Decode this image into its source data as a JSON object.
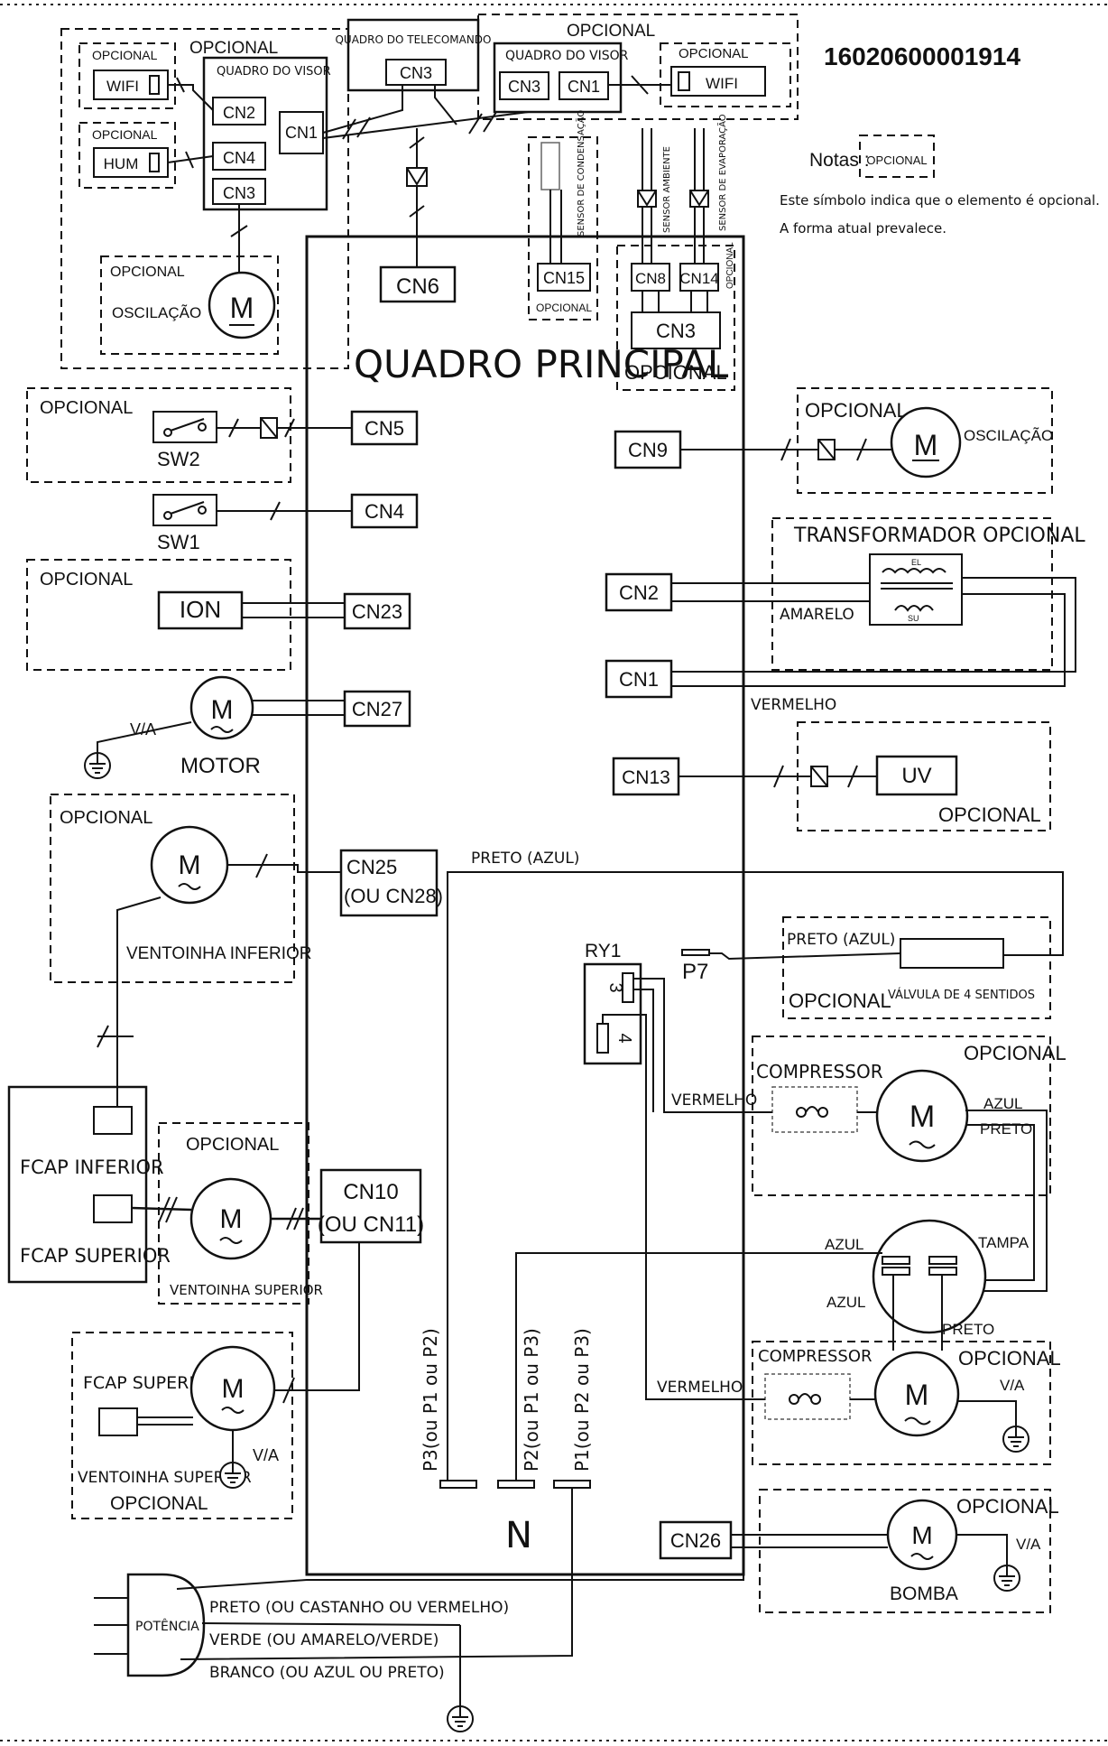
{
  "doc_number": "16020600001914",
  "notes": {
    "title": "Notas :",
    "tag": "OPCIONAL",
    "line1": "Este símbolo indica que o elemento é opcional.",
    "line2": "A forma atual prevalece."
  },
  "main_board": "QUADRO PRINCIPAL",
  "opt": "OPCIONAL",
  "remote_board": "QUADRO DO TELECOMANDO",
  "display_board": "QUADRO DO VISOR",
  "wifi": "WIFI",
  "hum": "HUM",
  "swing": "OSCILAÇÃO",
  "motor_letter": "M",
  "motor_label": "MOTOR",
  "sensors": {
    "condensation": "SENSOR DE CONDENSAÇÃO",
    "ambient": "SENSOR AMBIENTE",
    "evaporation": "SENSOR DE EVAPORAÇÃO"
  },
  "connectors": {
    "cn1": "CN1",
    "cn2": "CN2",
    "cn3": "CN3",
    "cn4": "CN4",
    "cn5": "CN5",
    "cn6": "CN6",
    "cn8": "CN8",
    "cn9": "CN9",
    "cn10": "CN10",
    "cn10_alt": "(OU CN11)",
    "cn13": "CN13",
    "cn14": "CN14",
    "cn15": "CN15",
    "cn23": "CN23",
    "cn25": "CN25",
    "cn25_alt": "(OU CN28)",
    "cn26": "CN26",
    "cn27": "CN27"
  },
  "switches": {
    "sw1": "SW1",
    "sw2": "SW2"
  },
  "ion": "ION",
  "uv": "UV",
  "transformer": "TRANSFORMADOR OPCIONAL",
  "transformer_el": "EL",
  "transformer_su": "SU",
  "wires": {
    "yellow": "AMARELO",
    "red": "VERMELHO",
    "black_blue": "PRETO (AZUL)",
    "blue": "AZUL",
    "black": "PRETO",
    "cap": "TAMPA",
    "ground": "V/A"
  },
  "fans": {
    "lower": "VENTOINHA INFERIOR",
    "upper": "VENTOINHA SUPERIOR"
  },
  "fcap": {
    "lower": "FCAP INFERIOR",
    "upper": "FCAP SUPERIOR"
  },
  "relay": {
    "name": "RY1",
    "p3": "3",
    "p4": "4"
  },
  "p7": "P7",
  "valve": "VÁLVULA DE 4 SENTIDOS",
  "compressor": "COMPRESSOR",
  "pump": "BOMBA",
  "terminals": {
    "p3": "P3(ou P1 ou P2)",
    "p2": "P2(ou P1 ou P3)",
    "p1": "P1(ou P2 ou P3)",
    "n": "N"
  },
  "power": {
    "plug": "POTÊNCIA",
    "line1": "PRETO (OU CASTANHO OU VERMELHO)",
    "line2": "VERDE (OU AMARELO/VERDE)",
    "line3": "BRANCO (OU AZUL OU PRETO)"
  }
}
